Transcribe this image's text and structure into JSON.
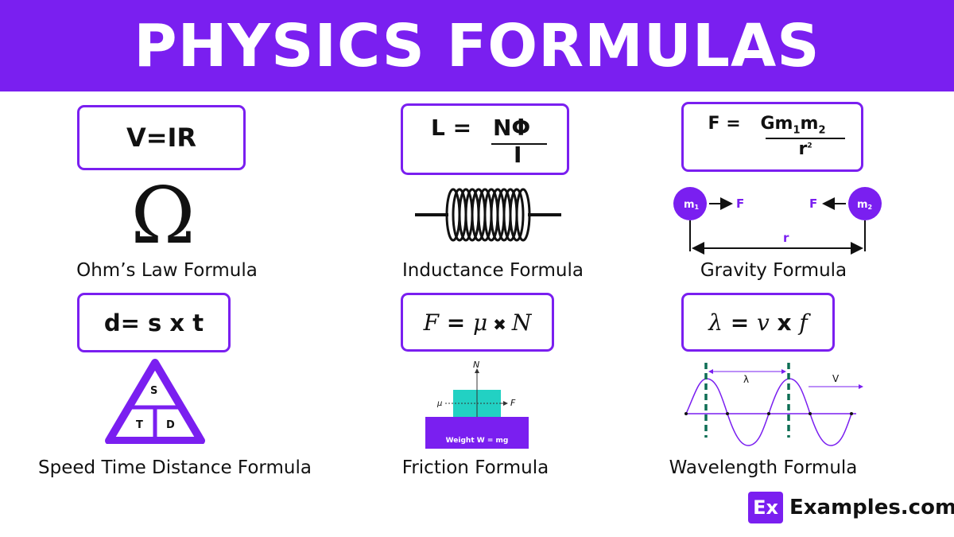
{
  "title": "PHYSICS FORMULAS",
  "colors": {
    "accent": "#7a1ff0",
    "teal": "#22d1c3",
    "dash": "#0e6e55"
  },
  "formulas": [
    {
      "caption": "Ohm’s Law Formula",
      "formula": "V=IR",
      "icon": "omega-icon",
      "symbol": "Ω"
    },
    {
      "caption": "Inductance Formula",
      "formula_lhs": "L = ",
      "numerator": "NΦ",
      "denominator": "I",
      "icon": "coil-icon"
    },
    {
      "caption": "Gravity Formula",
      "formula_lhs": "F = ",
      "numerator_base": "Gm",
      "sub1": "1",
      "numerator_mid": "m",
      "sub2": "2",
      "denominator_base": "r",
      "denominator_sup": "2",
      "diagram": {
        "m1": "m",
        "m1_sub": "1",
        "m2": "m",
        "m2_sub": "2",
        "force": "F",
        "distance": "r"
      }
    },
    {
      "caption": "Speed Time Distance Formula",
      "formula": "d= s x t",
      "icon": "triangle-icon",
      "triangle": {
        "top": "S",
        "left": "T",
        "right": "D"
      }
    },
    {
      "caption": "Friction Formula",
      "formula_F": "F",
      "formula_eq": " = ",
      "formula_mu": "μ",
      "formula_op": " ✖ ",
      "formula_N": "N",
      "diagram": {
        "normal": "N",
        "mu": "μ",
        "force": "F",
        "weight": "Weight  W = mg"
      }
    },
    {
      "caption": "Wavelength Formula",
      "formula_lambda": "λ",
      "formula_eq": " = ",
      "formula_v": "v",
      "formula_op": " x ",
      "formula_f": "f",
      "diagram": {
        "lambda": "λ",
        "velocity": "V"
      }
    }
  ],
  "footer": {
    "badge": "Ex",
    "site": "Examples.com"
  }
}
